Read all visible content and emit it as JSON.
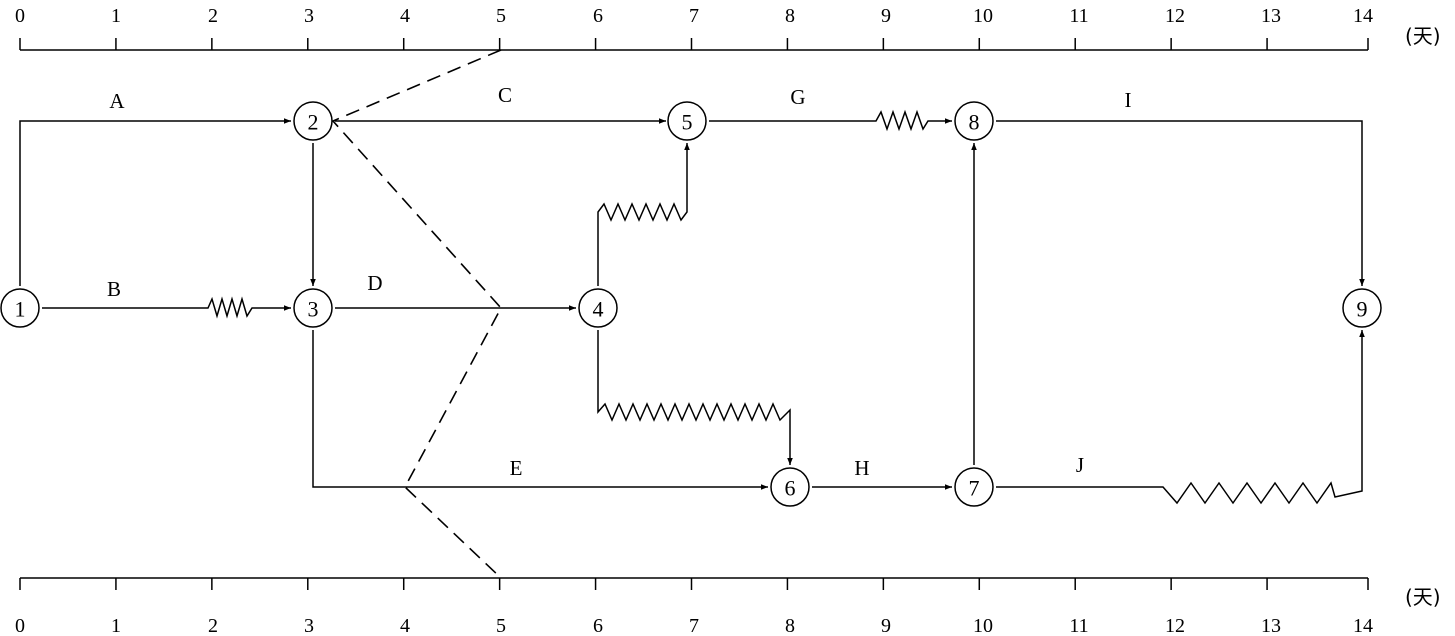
{
  "scale": {
    "unit": "(天)",
    "ticks": [
      "0",
      "1",
      "2",
      "3",
      "4",
      "5",
      "6",
      "7",
      "8",
      "9",
      "10",
      "11",
      "12",
      "13",
      "14"
    ]
  },
  "nodes": [
    {
      "id": "1",
      "label": "1"
    },
    {
      "id": "2",
      "label": "2"
    },
    {
      "id": "3",
      "label": "3"
    },
    {
      "id": "4",
      "label": "4"
    },
    {
      "id": "5",
      "label": "5"
    },
    {
      "id": "6",
      "label": "6"
    },
    {
      "id": "7",
      "label": "7"
    },
    {
      "id": "8",
      "label": "8"
    },
    {
      "id": "9",
      "label": "9"
    }
  ],
  "activities": [
    {
      "name": "A",
      "from": "1",
      "to": "2"
    },
    {
      "name": "B",
      "from": "1",
      "to": "3"
    },
    {
      "name": "C",
      "from": "2",
      "to": "5"
    },
    {
      "name": "D",
      "from": "3",
      "to": "4"
    },
    {
      "name": "E",
      "from": "3",
      "to": "6"
    },
    {
      "name": "G",
      "from": "5",
      "to": "8"
    },
    {
      "name": "H",
      "from": "6",
      "to": "7"
    },
    {
      "name": "I",
      "from": "8",
      "to": "9"
    },
    {
      "name": "J",
      "from": "7",
      "to": "9"
    }
  ]
}
